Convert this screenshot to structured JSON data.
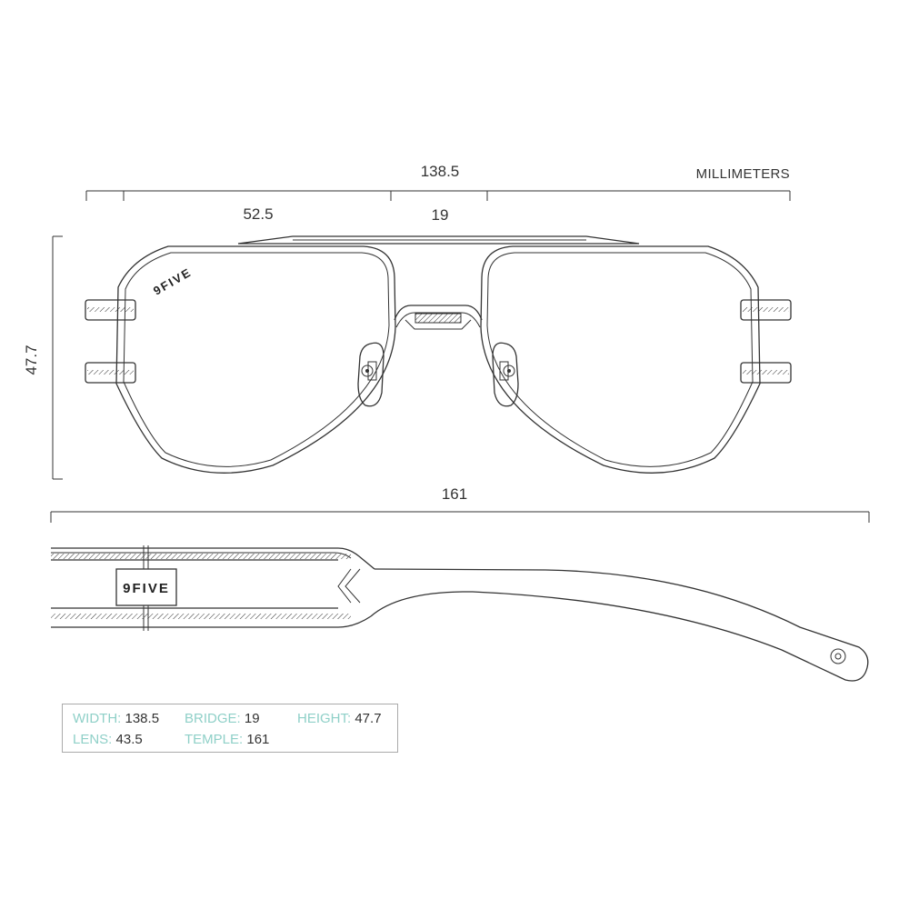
{
  "units_label": "MILLIMETERS",
  "dimensions": {
    "total_width": "138.5",
    "lens_width": "52.5",
    "bridge": "19",
    "height": "47.7",
    "temple": "161"
  },
  "brand": "9FIVE",
  "specs": [
    {
      "key": "WIDTH:",
      "value": "138.5"
    },
    {
      "key": "BRIDGE:",
      "value": "19"
    },
    {
      "key": "HEIGHT:",
      "value": "47.7"
    },
    {
      "key": "LENS:",
      "value": "43.5"
    },
    {
      "key": "TEMPLE:",
      "value": "161"
    }
  ],
  "colors": {
    "line": "#333333",
    "spec_key": "#8fd0c8"
  }
}
